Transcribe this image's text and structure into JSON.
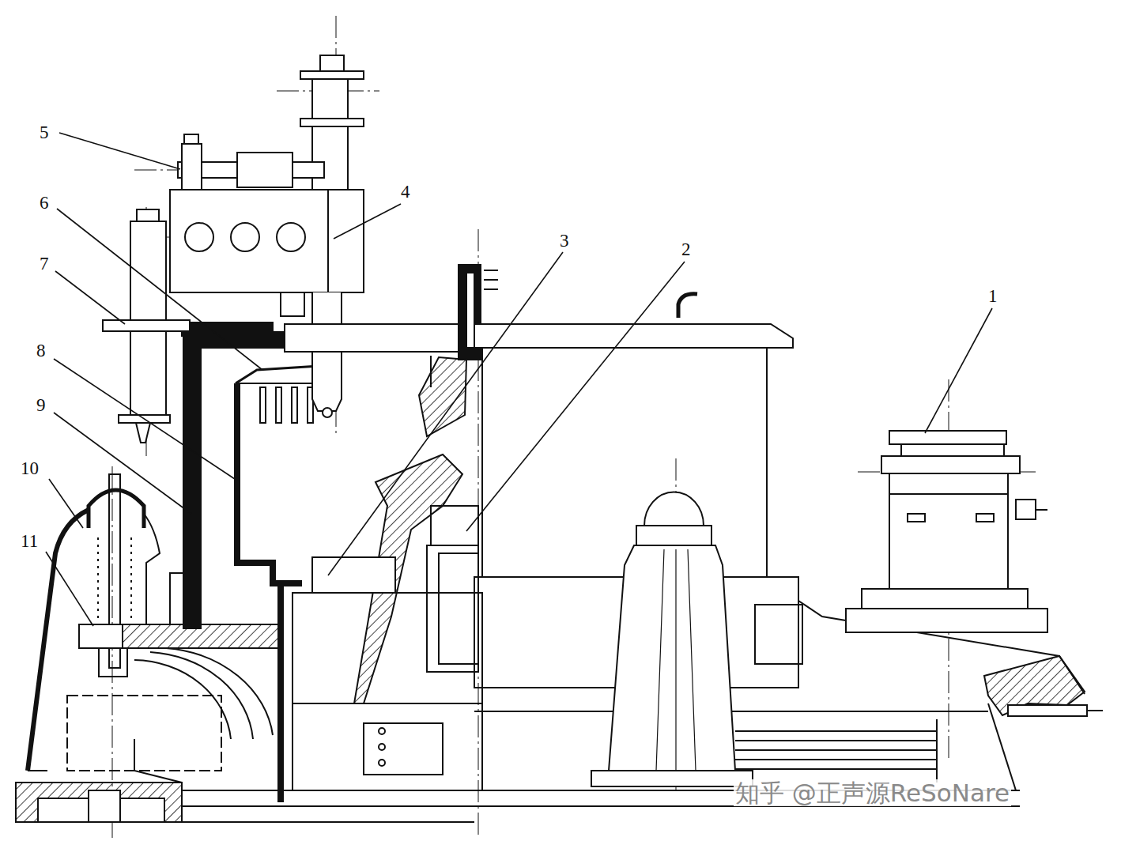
{
  "diagram": {
    "labels": [
      "1",
      "2",
      "3",
      "4",
      "5",
      "6",
      "7",
      "8",
      "9",
      "10",
      "11",
      "知乎 @正声源ReSoNare"
    ]
  }
}
